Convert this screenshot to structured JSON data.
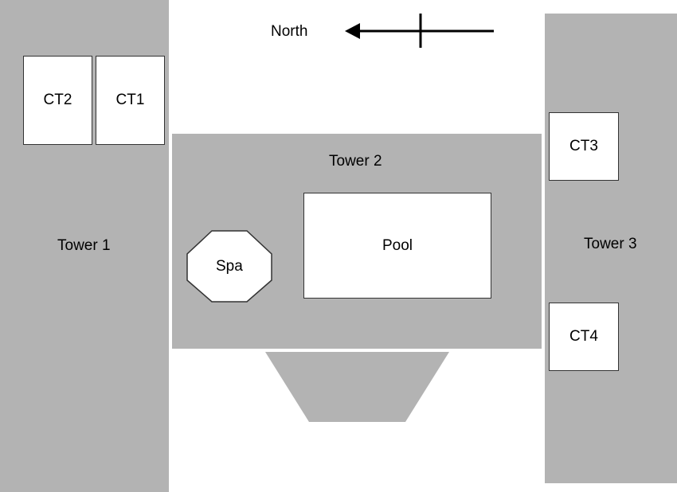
{
  "compass": {
    "label": "North",
    "direction": "left"
  },
  "colors": {
    "building": "#b3b3b3",
    "feature": "#ffffff",
    "outline": "#333333"
  },
  "buildings": {
    "tower1": {
      "label": "Tower 1"
    },
    "tower2": {
      "label": "Tower 2"
    },
    "tower3": {
      "label": "Tower 3"
    }
  },
  "features": {
    "ct1": "CT1",
    "ct2": "CT2",
    "ct3": "CT3",
    "ct4": "CT4",
    "pool": "Pool",
    "spa": "Spa"
  }
}
